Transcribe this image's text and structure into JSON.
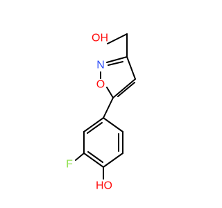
{
  "molecule": {
    "atom_labels": {
      "hydroxyl_top": "OH",
      "ring_nitrogen": "N",
      "ring_oxygen": "O",
      "fluorine": "F",
      "hydroxyl_bottom": "HO"
    }
  },
  "colors": {
    "bond": "#000000",
    "oxygen": "#ff0d0d",
    "nitrogen": "#3050f8",
    "fluorine": "#90e050"
  }
}
